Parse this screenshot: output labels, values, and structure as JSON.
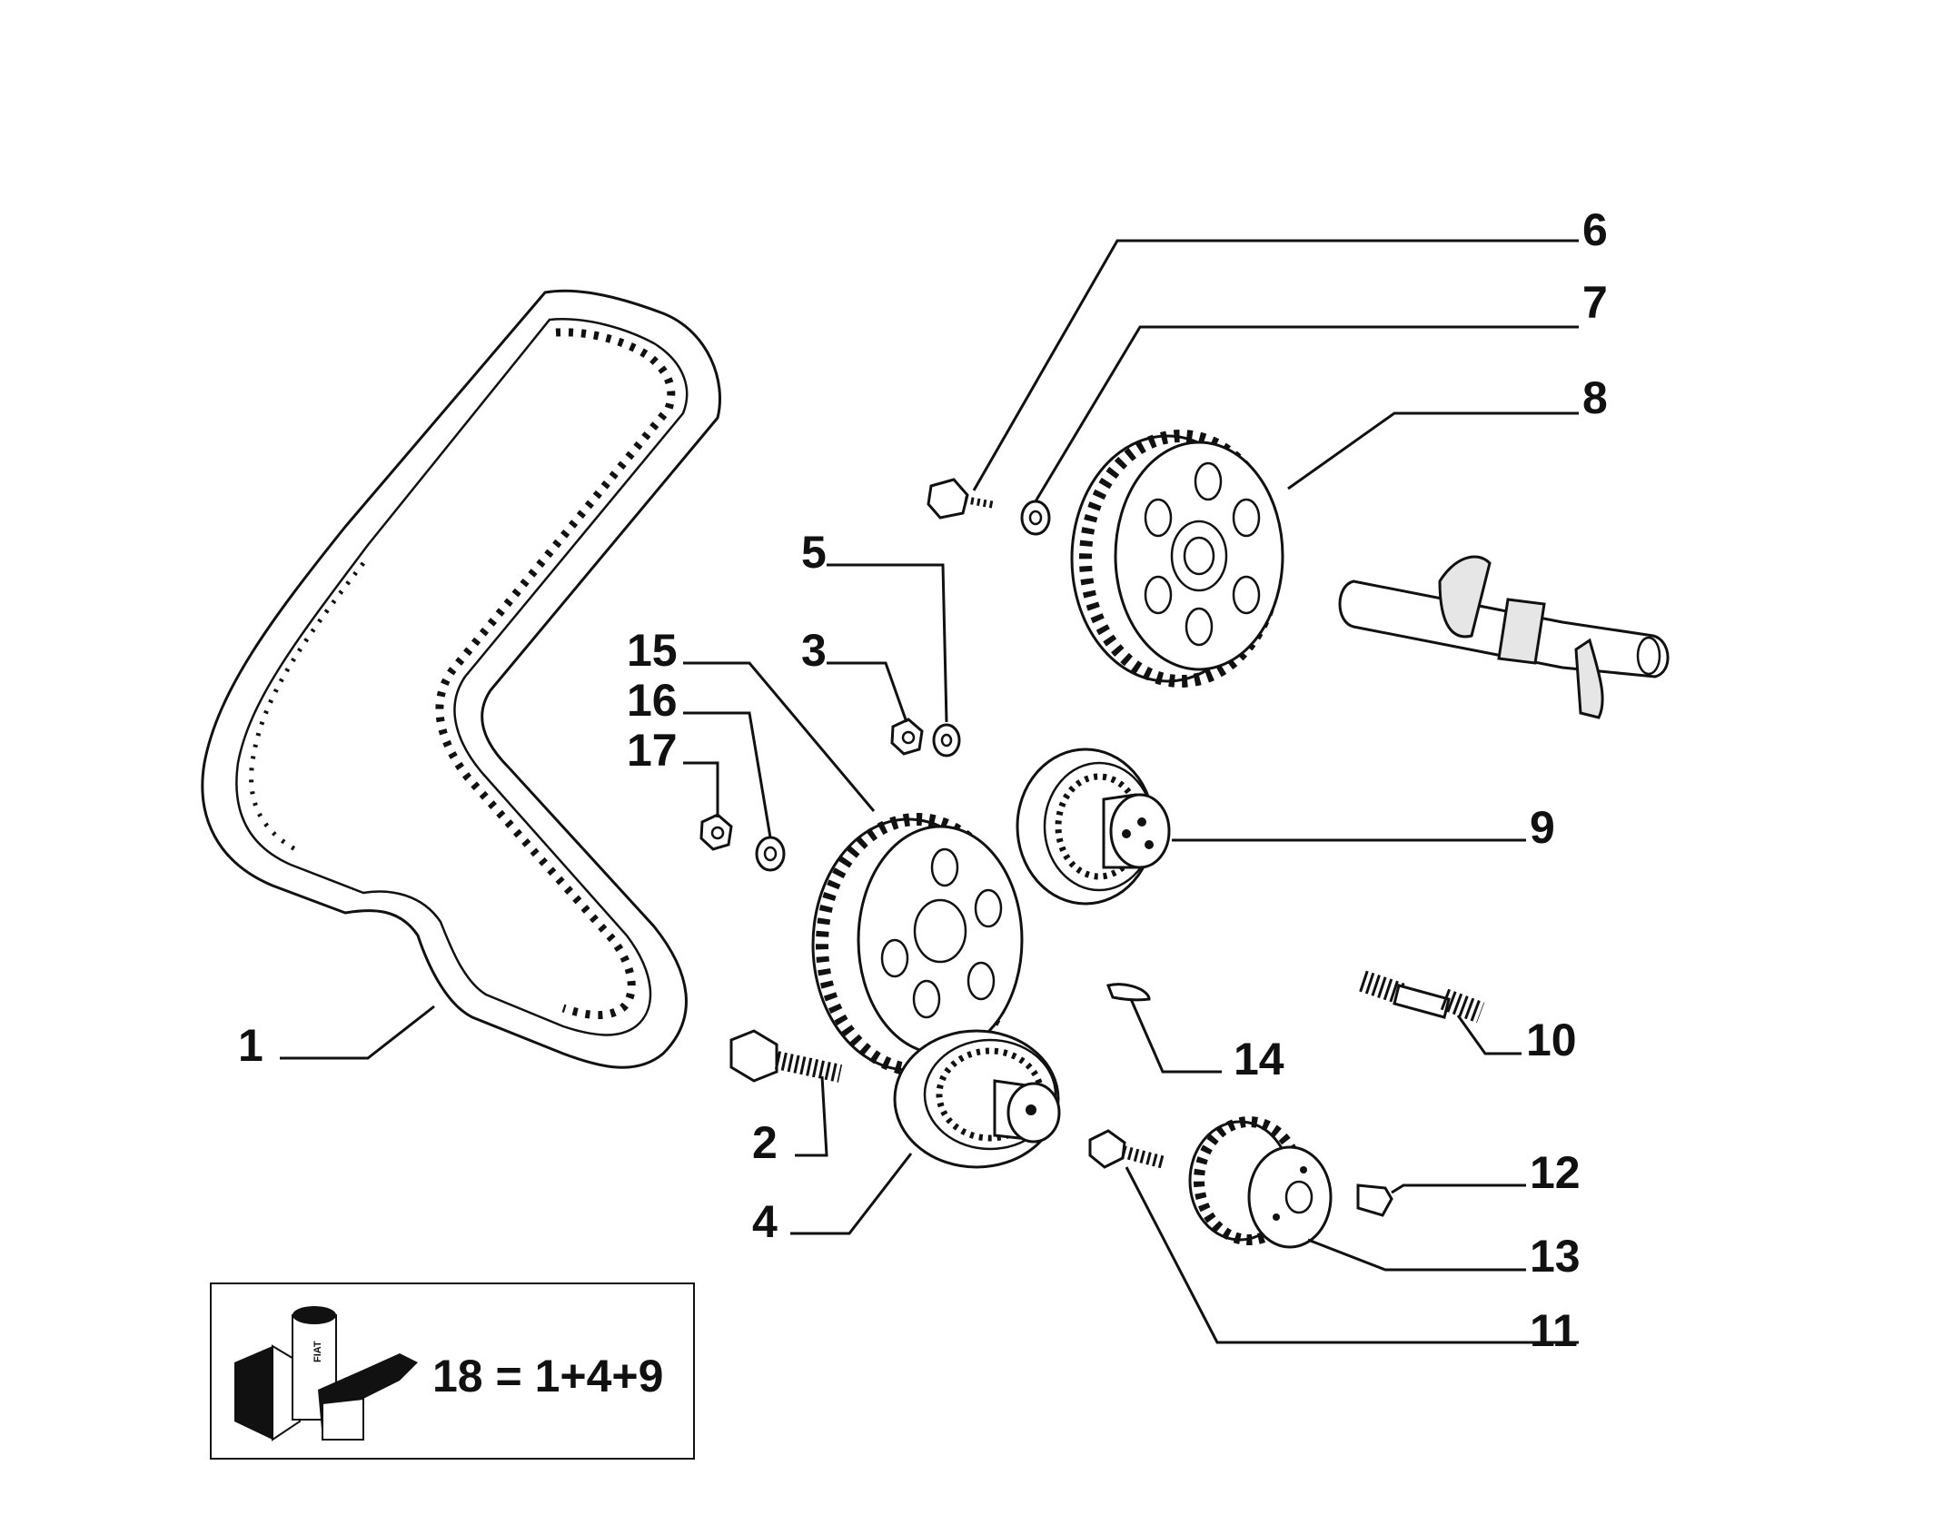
{
  "diagram": {
    "callouts": [
      {
        "id": "1",
        "text": "1"
      },
      {
        "id": "2",
        "text": "2"
      },
      {
        "id": "3",
        "text": "3"
      },
      {
        "id": "4",
        "text": "4"
      },
      {
        "id": "5",
        "text": "5"
      },
      {
        "id": "6",
        "text": "6"
      },
      {
        "id": "7",
        "text": "7"
      },
      {
        "id": "8",
        "text": "8"
      },
      {
        "id": "9",
        "text": "9"
      },
      {
        "id": "10",
        "text": "10"
      },
      {
        "id": "11",
        "text": "11"
      },
      {
        "id": "12",
        "text": "12"
      },
      {
        "id": "13",
        "text": "13"
      },
      {
        "id": "14",
        "text": "14"
      },
      {
        "id": "15",
        "text": "15"
      },
      {
        "id": "16",
        "text": "16"
      },
      {
        "id": "17",
        "text": "17"
      }
    ],
    "kit_box": {
      "formula": "18 = 1+4+9",
      "logo_text": "FIAT"
    }
  }
}
